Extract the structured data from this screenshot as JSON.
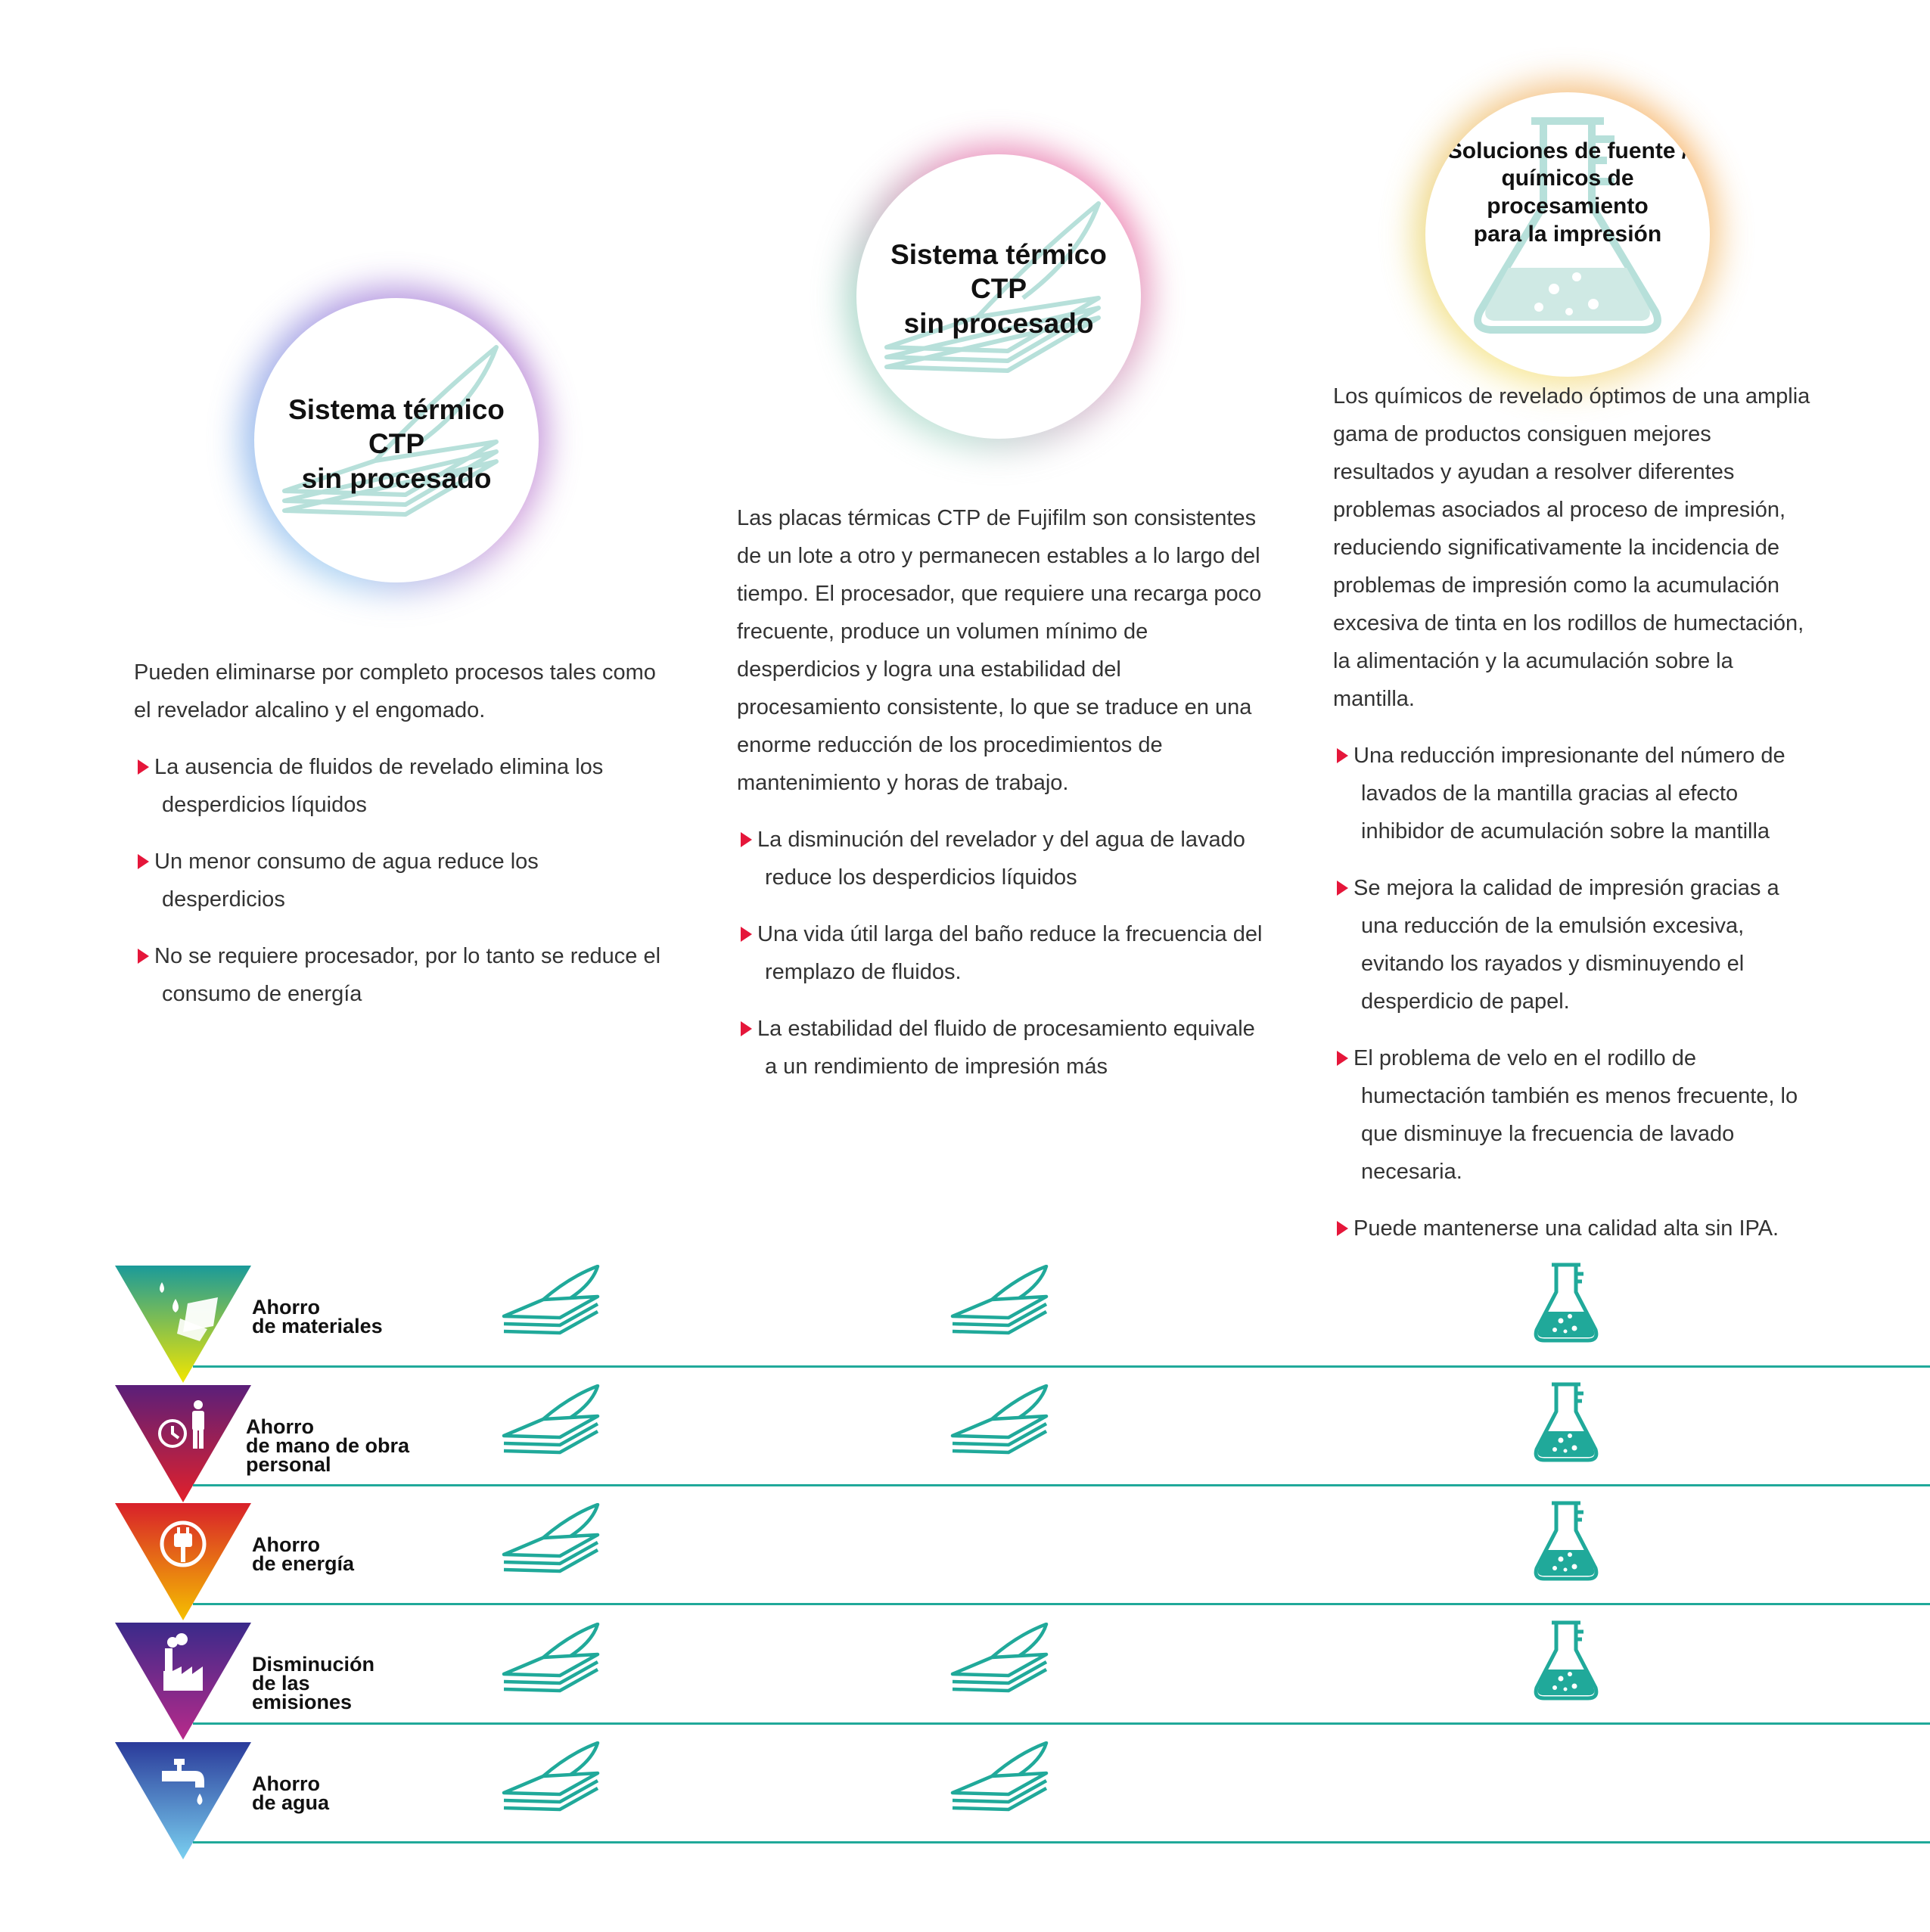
{
  "colors": {
    "teal": "#20a99a",
    "bullet_red": "#e5163a",
    "glow_col1": [
      "#7fb3e8",
      "#8a5ec8"
    ],
    "glow_col2": [
      "#9fd0c0",
      "#e8609a"
    ],
    "glow_col3": [
      "#f0d070",
      "#f2a040"
    ]
  },
  "columns": [
    {
      "icon": "plate-icon",
      "title": "Sistema térmico\nCTP\nsin procesado",
      "intro": "Pueden eliminarse por completo procesos tales como el revelador alcalino y el engomado.",
      "bullets": [
        "La ausencia de fluidos de revelado elimina los desperdicios líquidos",
        "Un menor consumo de agua reduce los desperdicios",
        "No se requiere procesador, por lo tanto se reduce el consumo de energía"
      ]
    },
    {
      "icon": "plate-icon",
      "title": "Sistema térmico\nCTP\nsin procesado",
      "intro": "Las placas térmicas CTP de Fujifilm son consistentes de un lote a otro y permanecen estables a lo largo del tiempo. El procesador, que requiere una recarga poco frecuente, produce un volumen mínimo de desperdicios y logra una estabilidad del procesamiento consistente, lo que se traduce en una enorme reducción de los procedimientos de mantenimiento y horas de trabajo.",
      "bullets": [
        "La disminución del revelador y del agua de lavado reduce los desperdicios líquidos",
        "Una vida útil larga del baño reduce la frecuencia del remplazo de fluidos.",
        "La estabilidad del fluido de procesamiento equivale a un rendimiento de impresión más"
      ]
    },
    {
      "icon": "flask-icon",
      "title": "Soluciones de fuente /\nquímicos de procesamiento\npara la impresión",
      "intro": "Los químicos de revelado óptimos de una amplia gama de productos consiguen mejores resultados y ayudan a resolver diferentes problemas asociados al proceso de impresión, reduciendo significativamente la incidencia de problemas de impresión como la acumulación excesiva de tinta en los rodillos de humectación, la alimentación y la acumulación sobre la mantilla.",
      "bullets": [
        "Una reducción impresionante del número de lavados de la mantilla gracias al efecto inhibidor de acumulación sobre la mantilla",
        "Se mejora la calidad de impresión gracias a una reducción de la emulsión excesiva, evitando los rayados y disminuyendo el desperdicio de papel.",
        "El problema de velo en el rodillo de humectación también es menos frecuente, lo que disminuye la frecuencia de lavado necesaria.",
        "Puede mantenerse una calidad alta sin IPA."
      ]
    }
  ],
  "benefits": [
    {
      "label": "Ahorro\nde materiales",
      "icon": "materials-drops-icon",
      "gradient": [
        "#1a9a9a",
        "#f2e600"
      ],
      "marks": [
        true,
        true,
        true
      ]
    },
    {
      "label": "Ahorro\nde mano de obra\npersonal",
      "icon": "labor-person-icon",
      "gradient": [
        "#5a1f7a",
        "#e3202a"
      ],
      "marks": [
        true,
        true,
        true
      ]
    },
    {
      "label": "Ahorro\nde energía",
      "icon": "energy-plug-icon",
      "gradient": [
        "#d8202a",
        "#f5c000"
      ],
      "marks": [
        true,
        false,
        true
      ]
    },
    {
      "label": "Disminución\nde las\nemisiones",
      "icon": "emissions-factory-icon",
      "gradient": [
        "#3a2a8a",
        "#b82a8a"
      ],
      "marks": [
        true,
        true,
        true
      ]
    },
    {
      "label": "Ahorro\nde agua",
      "icon": "water-tap-icon",
      "gradient": [
        "#2a3a9a",
        "#7ad0f0"
      ],
      "marks": [
        true,
        true,
        false
      ]
    }
  ]
}
